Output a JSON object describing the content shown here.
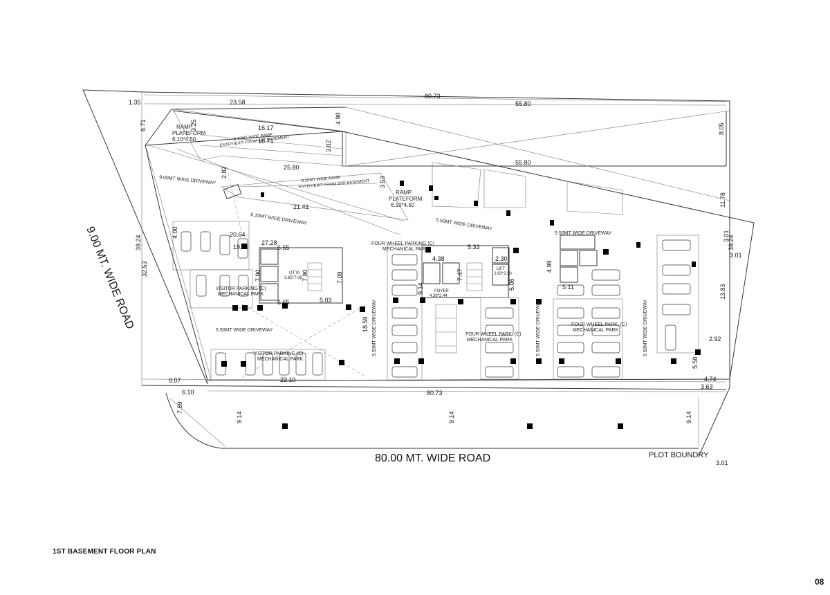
{
  "title": "1ST BASEMENT FLOOR PLAN",
  "page_number": "08",
  "roads": {
    "main_road": "80.00 MT. WIDE ROAD",
    "side_road": "9.00 MT. WIDE ROAD",
    "plot_boundary": "PLOT BOUNDRY"
  },
  "dimensions": {
    "top_overall": "80.73",
    "bottom_overall": "80.73",
    "d_1_35": "1.35",
    "d_23_58": "23.58",
    "d_55_80_top": "55.80",
    "d_55_80_mid": "55.80",
    "d_4_98": "4.98",
    "d_8_05": "8.05",
    "d_6_71": "6.71",
    "d_3_25": "3.25",
    "d_16_17": "16.17",
    "d_16_71": "16.71",
    "d_3_02": "3.02",
    "d_25_80": "25.80",
    "d_2_82": "2.82",
    "d_3_53": "3.53",
    "d_21_41": "21.41",
    "d_11_78": "11.78",
    "d_39_24_left": "39.24",
    "d_39_24_right": "39.24",
    "d_32_53": "32.53",
    "d_4_00": "4.00",
    "d_20_64": "20.64",
    "d_19_32": "19.32",
    "d_27_28": "27.28",
    "d_6_65_top": "6.65",
    "d_6_65_bot": "6.65",
    "d_7_90_a": "7.90",
    "d_7_90_b": "7.90",
    "d_7_09": "7.09",
    "d_5_03": "5.03",
    "d_5_33": "5.33",
    "d_4_38": "4.38",
    "d_2_30": "2.30",
    "d_7_47": "7.47",
    "d_9_14_core": "9.14",
    "d_5_06": "5.06",
    "d_4_99": "4.99",
    "d_5_11": "5.11",
    "d_18_59": "18.59",
    "d_13_83": "13.83",
    "d_3_01_a": "3.01",
    "d_3_01_b": "3.01",
    "d_3_01_c": "3.01",
    "d_2_92": "2.92",
    "d_5_58": "5.58",
    "d_4_74": "4.74",
    "d_3_63": "3.63",
    "d_9_07": "9.07",
    "d_6_10": "6.10",
    "d_7_69": "7.69",
    "d_22_10": "22.10",
    "d_9_14_a": "9.14",
    "d_9_14_b": "9.14",
    "d_9_14_c": "9.14"
  },
  "labels": {
    "ramp_platform_left_1": "RAMP",
    "ramp_platform_left_2": "PLATEFORM",
    "ramp_platform_left_3": "6.10*4.50",
    "ramp_platform_right_1": "RAMP",
    "ramp_platform_right_2": "PLATEFORM",
    "ramp_platform_right_3": "6.10*4.50",
    "ramp_upper_1": "6.10MT WIDE RAMP",
    "ramp_upper_2": "ENTRY/EXIT FROM 1ST BASEMENT",
    "ramp_lower_1": "6.10MT WIDE RAMP",
    "ramp_lower_2": "ENTRY/EXIT FROM 2ND BASEMENT",
    "driveway_9": "9.00MT  WIDE  DRIVEWAY",
    "driveway_610": "6.10MT  WIDE  DRIVEWAY",
    "driveway_550_top": "5.50MT  WIDE  DRIVEWAY",
    "driveway_550_right": "5.50MT  WIDE  DRIVEWAY",
    "driveway_550_left": "5.50MT  WIDE  DRIVEWAY",
    "driveway_v1": "5.50MT  WIDE  DRIVEWAY",
    "driveway_v2": "5.50MT  WIDE  DRIVEWAY",
    "driveway_v3": "5.50MT  WIDE  DRIVEWAY",
    "visitor_park_1a": "VISITOR PARKING (C)",
    "visitor_park_1b": "MECHANICAL PARK",
    "visitor_park_2a": "VISITOR PARKING (C)",
    "visitor_park_2b": "MECHANICAL PARK",
    "four_wheel_1a": "FOUR WHEEL PARKING (C)",
    "four_wheel_1b": "MECHANICAL PARK",
    "four_wheel_2a": "FOUR WHEEL PARK. (C)",
    "four_wheel_2b": "MECHANICAL PARK",
    "four_wheel_3a": "FOUR WHEEL PARK. (C)",
    "four_wheel_3b": "MECHANICAL PARK",
    "otta_1": "OTTA",
    "otta_2": "3.65*7.06",
    "foyer_1": "FOYER",
    "foyer_2": "4.38*2.44",
    "lift": "LIFT",
    "lift_dim": "2.60*2.30"
  }
}
